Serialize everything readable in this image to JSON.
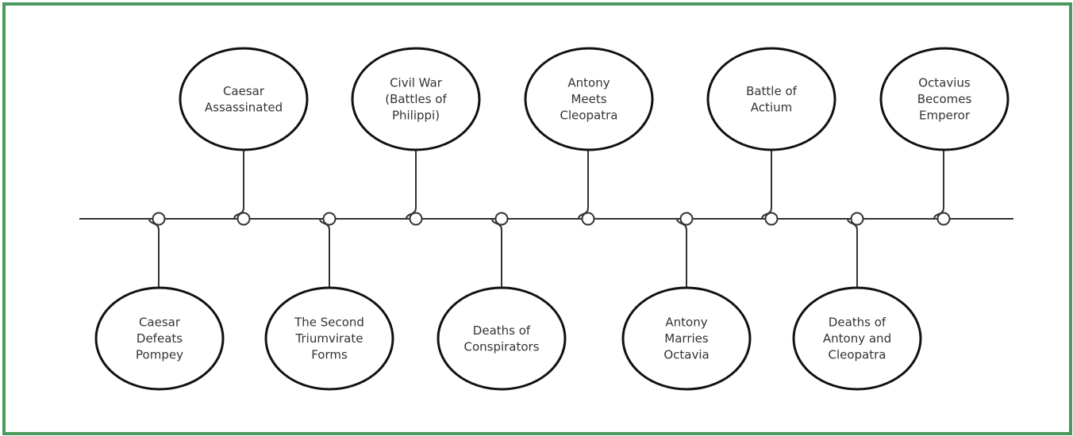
{
  "frame_color": "#4a9a5f",
  "line_color": "#333333",
  "events": [
    {
      "id": "caesar-defeats-pompey",
      "position": "below",
      "lines": [
        "Caesar",
        "Defeats",
        "Pompey"
      ]
    },
    {
      "id": "caesar-assassinated",
      "position": "above",
      "lines": [
        "Caesar",
        "Assassinated"
      ]
    },
    {
      "id": "second-triumvirate-forms",
      "position": "below",
      "lines": [
        "The Second",
        "Triumvirate",
        "Forms"
      ]
    },
    {
      "id": "civil-war-philippi",
      "position": "above",
      "lines": [
        "Civil War",
        "(Battles of",
        "Philippi)"
      ]
    },
    {
      "id": "deaths-of-conspirators",
      "position": "below",
      "lines": [
        "Deaths of",
        "Conspirators"
      ]
    },
    {
      "id": "antony-meets-cleopatra",
      "position": "above",
      "lines": [
        "Antony",
        "Meets",
        "Cleopatra"
      ]
    },
    {
      "id": "antony-marries-octavia",
      "position": "below",
      "lines": [
        "Antony",
        "Marries",
        "Octavia"
      ]
    },
    {
      "id": "battle-of-actium",
      "position": "above",
      "lines": [
        "Battle of",
        "Actium"
      ]
    },
    {
      "id": "deaths-of-antony-and-cleopatra",
      "position": "below",
      "lines": [
        "Deaths of",
        "Antony and",
        "Cleopatra"
      ]
    },
    {
      "id": "octavius-becomes-emperor",
      "position": "above",
      "lines": [
        "Octavius",
        "Becomes",
        "Emperor"
      ]
    }
  ]
}
